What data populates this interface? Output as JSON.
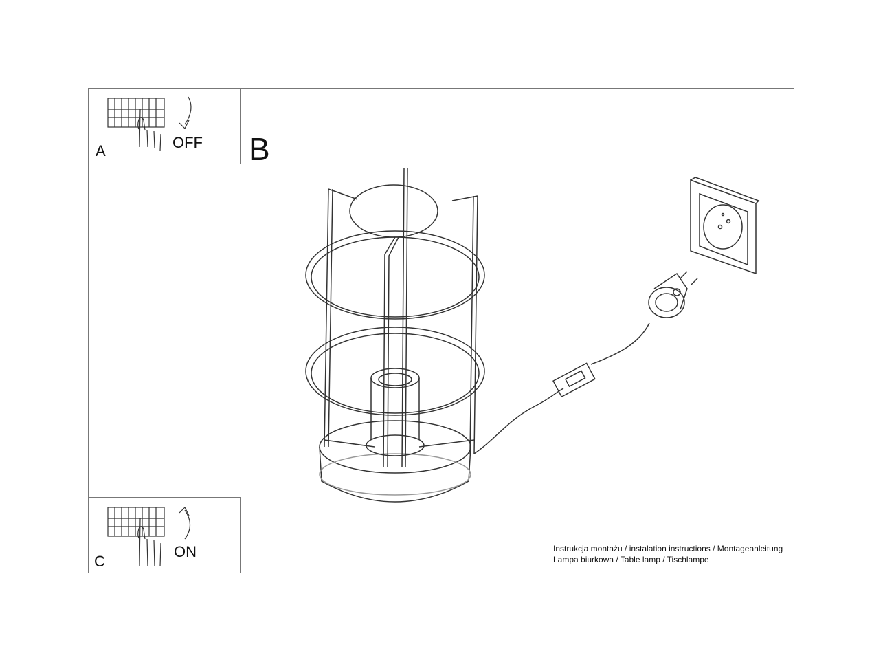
{
  "steps": {
    "a": {
      "letter": "A",
      "state": "OFF"
    },
    "b": {
      "letter": "B"
    },
    "c": {
      "letter": "C",
      "state": "ON"
    }
  },
  "caption": {
    "line1": "Instrukcja montażu / instalation instructions / Montageanleitung",
    "line2": "Lampa biurkowa / Table lamp / Tischlampe"
  }
}
